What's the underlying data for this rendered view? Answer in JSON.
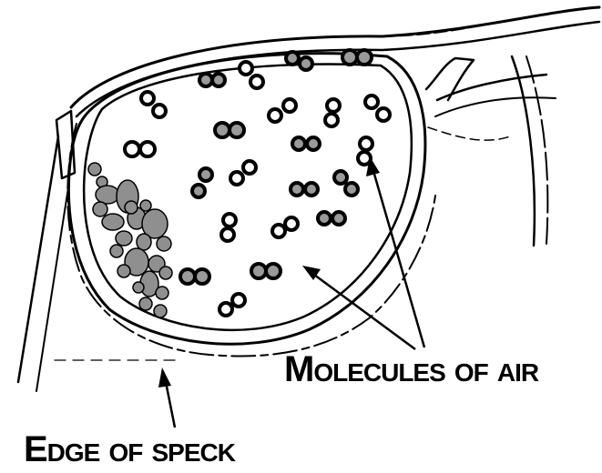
{
  "labels": {
    "molecules_of_air": "Molecules of air",
    "edge_of_speck": "Edge of speck"
  },
  "colors": {
    "ink": "#000000",
    "molecule_fill": "#9a9a9a",
    "speck_fill": "#8f8f8f",
    "background": "#ffffff"
  },
  "icons": [
    "glasses-frame",
    "molecule",
    "dust-speck",
    "arrow"
  ]
}
